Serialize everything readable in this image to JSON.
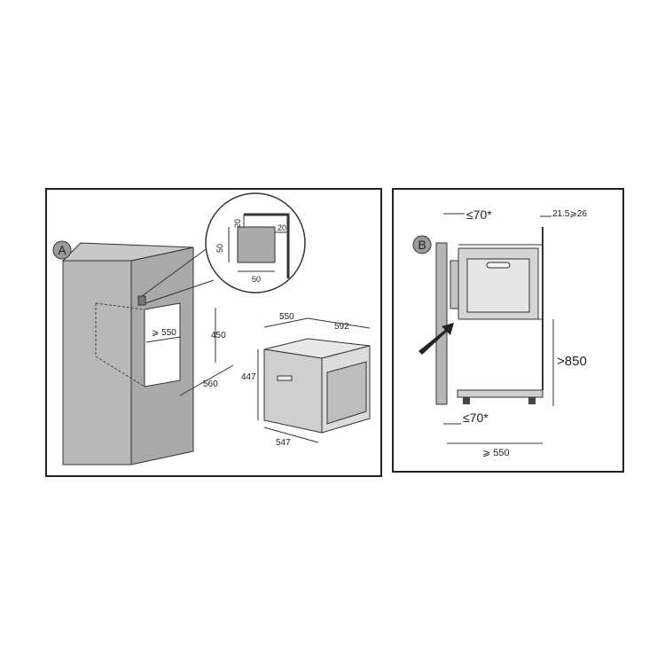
{
  "panel_a": {
    "badge": "A",
    "detail": {
      "d50_vertical": "50",
      "d20_vertical": "20",
      "d20_horizontal": "20",
      "d50_horizontal": "50"
    },
    "niche": {
      "width_min": "⩾ 550",
      "height": "450",
      "depth": "560"
    },
    "oven": {
      "width": "550",
      "width_outer": "592",
      "height": "447",
      "depth": "547"
    }
  },
  "panel_b": {
    "badge": "B",
    "top_gap": "≤70*",
    "top_right": "21.5⩾26",
    "height_min": ">850",
    "bottom_gap": "≤70*",
    "depth_min": "⩾ 550"
  },
  "colors": {
    "wall": "#b5b5b5",
    "oven_face": "#d8d8d8",
    "line": "#222222",
    "badge": "#9a9a9a"
  }
}
